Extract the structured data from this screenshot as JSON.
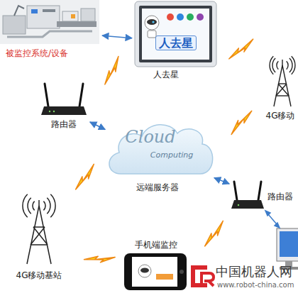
{
  "diagram": {
    "nodes": [
      {
        "text": [
          "被监控系统/设备"
        ]
      },
      {
        "text": [
          "人去星",
          "人去星"
        ]
      },
      {
        "text": [
          "4G移动"
        ]
      },
      {
        "text": [
          "路由器"
        ]
      },
      {
        "text": [
          "Cloud",
          "Computing",
          "远端服务器"
        ]
      },
      {
        "text": [
          "路由器"
        ]
      },
      {
        "text": [
          "4G移动基站"
        ]
      },
      {
        "text": [
          "手机端监控"
        ]
      }
    ],
    "edges": [
      {
        "from": 0,
        "to": 1,
        "arrow": "both"
      },
      {
        "from": 3,
        "to": 4,
        "arrow": "both"
      },
      {
        "from": 4,
        "to": 5,
        "arrow": "both"
      }
    ],
    "labels": [
      "中国机器人网",
      "www.robot-china.com"
    ]
  }
}
